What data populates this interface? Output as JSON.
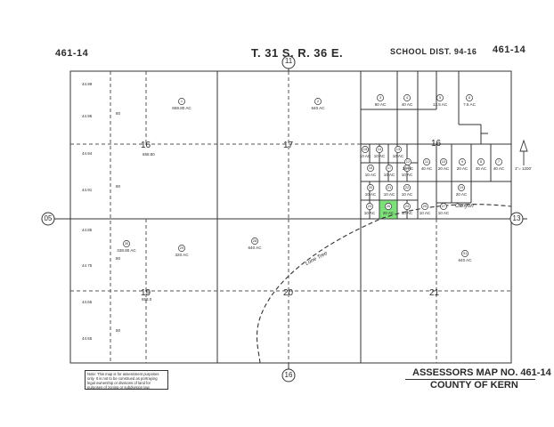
{
  "header": {
    "left_map": "461-14",
    "township": "T. 31 S. R. 36 E.",
    "school": "SCHOOL DIST. 94-16",
    "right_map": "461-14"
  },
  "adjoining": {
    "top": "11",
    "left": "05",
    "right": "13",
    "bottom": "16"
  },
  "sections": {
    "s16": "16",
    "s17": "17",
    "s16b": "16",
    "s19": "19",
    "s20": "20",
    "s21": "21"
  },
  "parcels": {
    "p1": {
      "num": "1",
      "area": "659.80 AC"
    },
    "p2": {
      "num": "2",
      "area": "640 AC"
    },
    "p3": {
      "num": "3",
      "area": "80 AC"
    },
    "p4": {
      "num": "4",
      "area": "40 AC"
    },
    "p5": {
      "num": "5",
      "area": "12.5 AC"
    },
    "p6": {
      "num": "6",
      "area": "7.5 AC"
    },
    "p7": {
      "num": "7",
      "area": "40 AC"
    },
    "p8": {
      "num": "8",
      "area": "40 AC"
    },
    "p9": {
      "num": "9",
      "area": "20 AC"
    },
    "p10": {
      "num": "10",
      "area": "20 AC"
    },
    "p11": {
      "num": "11",
      "area": "40 AC"
    },
    "p12": {
      "num": "12",
      "area": "20 AC"
    },
    "p13": {
      "num": "13",
      "area": "10 AC"
    },
    "p14": {
      "num": "14",
      "area": "10 AC"
    },
    "p15": {
      "num": "15",
      "area": "10 AC"
    },
    "p16": {
      "num": "16",
      "area": "10 AC"
    },
    "p17": {
      "num": "17",
      "area": "10 AC"
    },
    "p18": {
      "num": "18",
      "area": "10 AC"
    },
    "p19": {
      "num": "19",
      "area": "20 AC"
    },
    "p20": {
      "num": "20",
      "area": "10 AC"
    },
    "p21": {
      "num": "21",
      "area": "10 AC"
    },
    "p22": {
      "num": "22",
      "area": "10 AC"
    },
    "p23": {
      "num": "23",
      "area": "10 AC"
    },
    "p24": {
      "num": "24",
      "area": "10 AC"
    },
    "p25": {
      "num": "25",
      "area": "10 AC"
    },
    "p26": {
      "num": "26",
      "area": "20 AC"
    },
    "p27": {
      "num": "27",
      "area": "10 AC"
    },
    "p28": {
      "num": "28",
      "area": "640 AC"
    },
    "p29": {
      "num": "29",
      "area": "320 AC"
    },
    "p30": {
      "num": "30",
      "area": "338.80 AC"
    },
    "p31": {
      "num": "31",
      "area": "640 AC"
    }
  },
  "highlighted_parcel": {
    "num": "26",
    "area": "20 AC",
    "color": "#7de07a"
  },
  "lot_labels": {
    "l1": "44.99",
    "l2": "44.96",
    "l3": "44.94",
    "l4": "44.91",
    "l5": "44.85",
    "l6": "44.75",
    "l7": "44.65",
    "l8": "44.55",
    "s16_area": "658.80",
    "s19_area": "658.0",
    "eighty1": "80",
    "eighty2": "80",
    "eighty3": "80",
    "eighty4": "80"
  },
  "roads": {
    "lone_tree": "Lone Tree",
    "canyon": "Canyon"
  },
  "north_arrow": {
    "scale": "1\"= 1200'"
  },
  "note": "Note: This map is for assessment purposes only. It is not to be construed as portraying legal ownership or divisions of land for purposes of zoning or subdivision law.",
  "footer": {
    "assessor": "ASSESSORS MAP NO. 461-14",
    "county": "COUNTY OF KERN"
  },
  "colors": {
    "line": "#333333",
    "highlight": "#7de07a"
  }
}
